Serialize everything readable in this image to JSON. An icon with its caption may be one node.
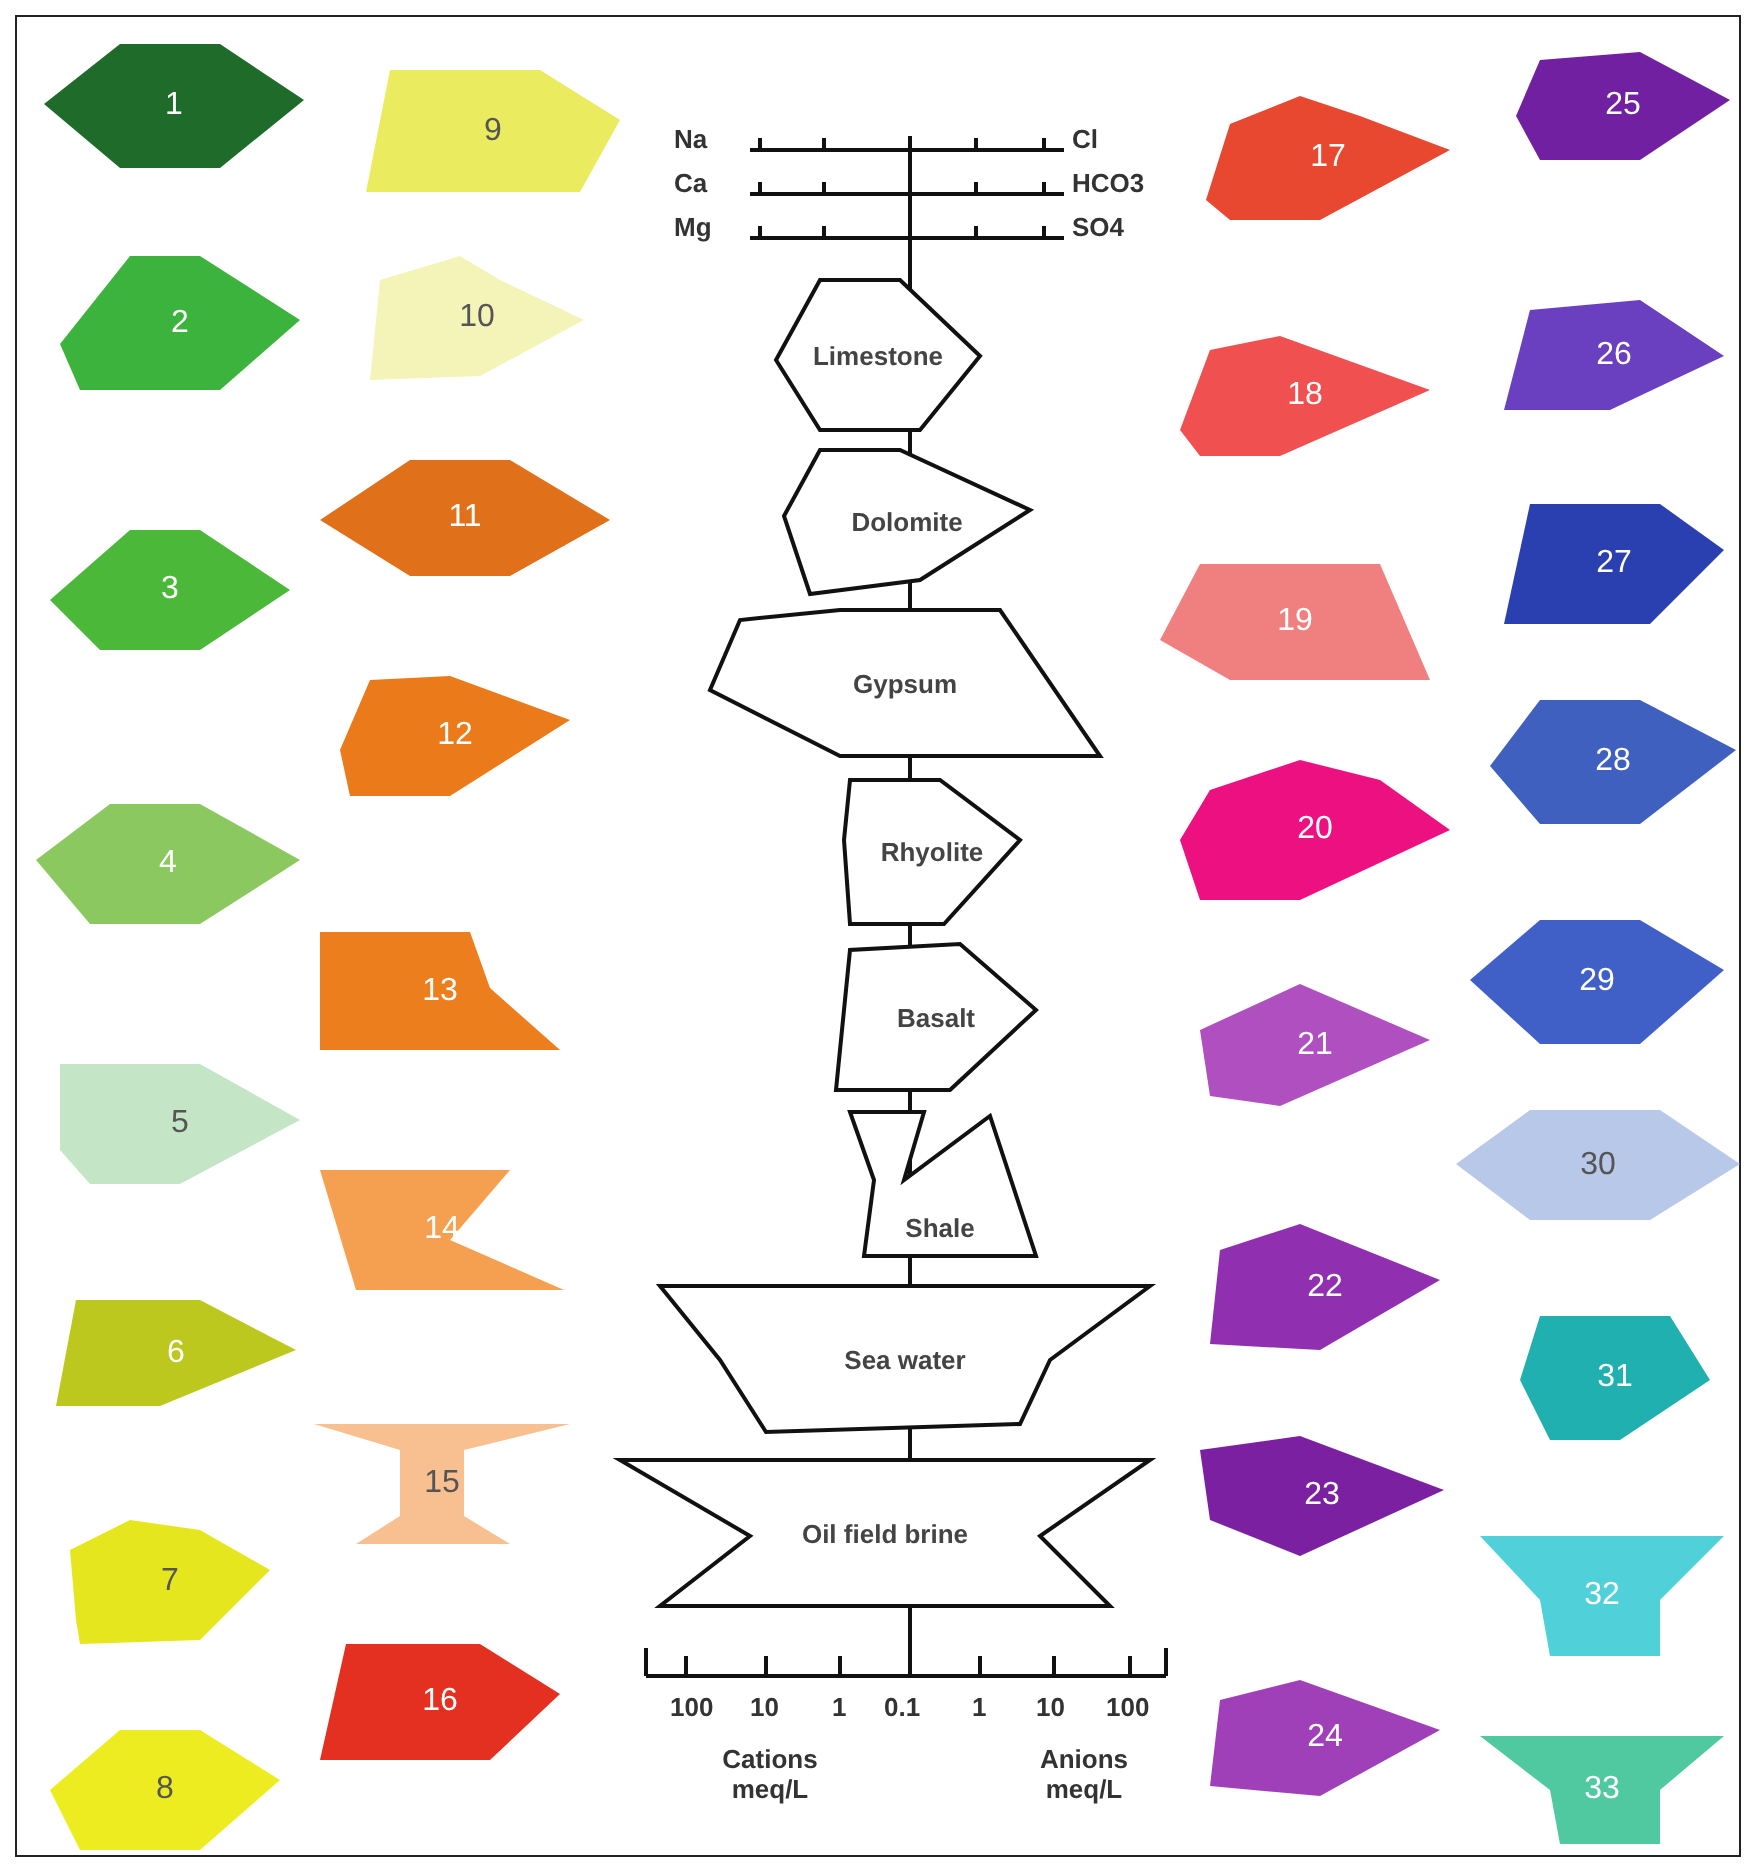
{
  "diagram": {
    "nodes": [
      {
        "text": [
          "1"
        ]
      },
      {
        "text": [
          "2"
        ]
      },
      {
        "text": [
          "3"
        ]
      },
      {
        "text": [
          "4"
        ]
      },
      {
        "text": [
          "5"
        ]
      },
      {
        "text": [
          "6"
        ]
      },
      {
        "text": [
          "7"
        ]
      },
      {
        "text": [
          "8"
        ]
      },
      {
        "text": [
          "9"
        ]
      },
      {
        "text": [
          "10"
        ]
      },
      {
        "text": [
          "11"
        ]
      },
      {
        "text": [
          "12"
        ]
      },
      {
        "text": [
          "13"
        ]
      },
      {
        "text": [
          "14"
        ]
      },
      {
        "text": [
          "15"
        ]
      },
      {
        "text": [
          "16"
        ]
      },
      {
        "text": [
          "Limestone"
        ]
      },
      {
        "text": [
          "Dolomite"
        ]
      },
      {
        "text": [
          "Gypsum"
        ]
      },
      {
        "text": [
          "Rhyolite"
        ]
      },
      {
        "text": [
          "Basalt"
        ]
      },
      {
        "text": [
          "Shale"
        ]
      },
      {
        "text": [
          "Sea water"
        ]
      },
      {
        "text": [
          "Oil field brine"
        ]
      },
      {
        "text": [
          "17"
        ]
      },
      {
        "text": [
          "18"
        ]
      },
      {
        "text": [
          "19"
        ]
      },
      {
        "text": [
          "20"
        ]
      },
      {
        "text": [
          "21"
        ]
      },
      {
        "text": [
          "22"
        ]
      },
      {
        "text": [
          "23"
        ]
      },
      {
        "text": [
          "24"
        ]
      },
      {
        "text": [
          "25"
        ]
      },
      {
        "text": [
          "26"
        ]
      },
      {
        "text": [
          "27"
        ]
      },
      {
        "text": [
          "28"
        ]
      },
      {
        "text": [
          "29"
        ]
      },
      {
        "text": [
          "30"
        ]
      },
      {
        "text": [
          "31"
        ]
      },
      {
        "text": [
          "32"
        ]
      },
      {
        "text": [
          "33"
        ]
      }
    ],
    "labels": [
      "Na",
      "Cl",
      "Ca",
      "HCO3",
      "Mg",
      "SO4",
      "100",
      "10",
      "1",
      "0.1",
      "1",
      "10",
      "100",
      "Cations meq/L",
      "Anions meq/L"
    ]
  }
}
